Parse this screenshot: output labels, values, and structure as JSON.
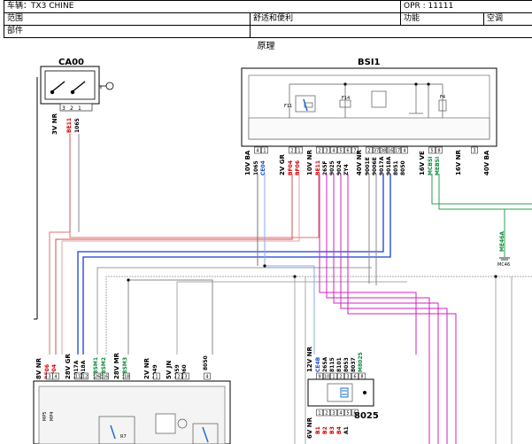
{
  "header": {
    "vehicle_label": "车辆：TX3 CHINE",
    "opr_label": "OPR : 11111",
    "scope_label": "范围",
    "scope_value": "舒适和便利",
    "function_label": "功能",
    "function_value": "空调",
    "part_label": "部件",
    "subtitle": "原理"
  },
  "components": {
    "ca00": {
      "name": "CA00",
      "conn": "3V NR",
      "pins": [
        "3",
        "2",
        "1"
      ],
      "wire1": "BE11",
      "wire2": "1065"
    },
    "bsi1": {
      "name": "BSI1",
      "fuses": [
        "F11",
        "F14",
        "F4"
      ],
      "conn_labels": [
        "10V BA",
        "2V GR",
        "10V NR",
        "40V NR",
        "16V VE",
        "16V NR",
        "40V BA"
      ],
      "wires": [
        "1065",
        "CE04",
        "BF04",
        "BF06",
        "BE11",
        "265F",
        "9025",
        "9024",
        "ZY4",
        "9001E",
        "9006E",
        "9017A",
        "9018A",
        "8051",
        "8050",
        "MCBSI",
        "MEBSI"
      ],
      "pins": [
        "4",
        "1",
        "2",
        "1",
        "2",
        "3",
        "4",
        "5",
        "6",
        "7",
        "2",
        "37",
        "38",
        "16",
        "17",
        "4",
        "5",
        "8",
        "3"
      ]
    },
    "ground": {
      "wire": "ME46A",
      "label": "MC46"
    },
    "module_left": {
      "conn_labels": [
        "8V NR",
        "28V GR",
        "28V MR",
        "2V NR",
        "5V JN"
      ],
      "wires": [
        "BF06",
        "BF04",
        "9017A",
        "9018A",
        "MBSM1",
        "MBSM2",
        "MBSM3",
        "8049",
        "8059",
        "8060",
        "8050"
      ],
      "pins": [
        "3",
        "4",
        "11",
        "12",
        "26",
        "16",
        "18",
        "1",
        "2",
        "3",
        "4"
      ],
      "side_labels": [
        "MP5",
        "MP4"
      ],
      "relay": "R7"
    },
    "module_8025": {
      "name": "8025",
      "conn_top": "12V NR",
      "wires": [
        "CE4B",
        "265A",
        "8115",
        "8101",
        "8053",
        "8037",
        "M8025"
      ],
      "pins_top": [
        "9",
        "10",
        "1",
        "2",
        "3",
        "6",
        "8"
      ],
      "conn_bottom": "6V NR",
      "pins_bottom": [
        "1",
        "2",
        "3",
        "4",
        "5",
        "6"
      ],
      "wires_bottom": [
        "B1",
        "B2",
        "B3",
        "B4",
        "A1"
      ]
    }
  }
}
